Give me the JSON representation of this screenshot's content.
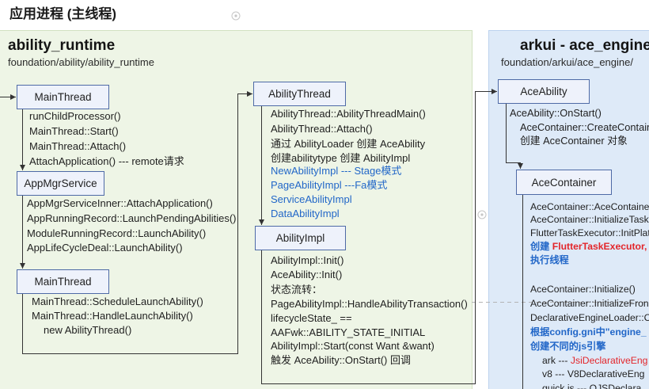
{
  "page": {
    "title": "应用进程 (主线程)"
  },
  "colors": {
    "green_panel": "#eef5e6",
    "blue_panel": "#deeaf8",
    "box_border": "#4e6aa6",
    "box_fill": "#eef2fb",
    "blue_text": "#2267c8",
    "red_text": "#e3262b",
    "wire": "#333333",
    "guide": "#b4b4b4"
  },
  "panels": {
    "ability_runtime": {
      "title": "ability_runtime",
      "path": "foundation/ability/ability_runtime"
    },
    "ace_engine": {
      "title": "arkui - ace_engine",
      "path": "foundation/arkui/ace_engine/"
    }
  },
  "nodes": {
    "main_thread_start": {
      "label": "MainThread",
      "lines": [
        "runChildProcessor()",
        "MainThread::Start()",
        "MainThread::Attach()",
        "AttachApplication() --- remote请求"
      ]
    },
    "app_mgr_service": {
      "label": "AppMgrService",
      "lines": [
        "AppMgrServiceInner::AttachApplication()",
        "AppRunningRecord::LaunchPendingAbilities()",
        "ModuleRunningRecord::LaunchAbility()",
        "AppLifeCycleDeal::LaunchAbility()"
      ]
    },
    "main_thread_launch": {
      "label": "MainThread",
      "lines": [
        "MainThread::ScheduleLaunchAbility()",
        "MainThread::HandleLaunchAbility()",
        "new AbilityThread()"
      ]
    },
    "ability_thread": {
      "label": "AbilityThread",
      "lines": [
        "AbilityThread::AbilityThreadMain()",
        "AbilityThread::Attach()",
        "通过 AbilityLoader 创建 AceAbility",
        "创建abilitytype 创建 AbilityImpl"
      ],
      "impl_types": [
        "NewAbilityImpl --- Stage模式",
        "PageAbilityImpl ---Fa模式",
        "ServiceAbilityImpl",
        "DataAbilityImpl"
      ]
    },
    "ability_impl": {
      "label": "AbilityImpl",
      "lines": [
        "AbilityImpl::Init()",
        "AceAbility::Init()",
        "状态流转：",
        "PageAbilityImpl::HandleAbilityTransaction()",
        "lifecycleState_ ==",
        "AAFwk::ABILITY_STATE_INITIAL",
        "AbilityImpl::Start(const Want &want)",
        "触发 AceAbility::OnStart() 回调"
      ]
    },
    "ace_ability": {
      "label": "AceAbility",
      "lines": [
        "AceAbility::OnStart()",
        "AceContainer::CreateContain",
        "创建 AceContainer 对象"
      ]
    },
    "ace_container": {
      "label": "AceContainer",
      "lines": [
        "AceContainer::AceContainer",
        "AceContainer::InitializeTask(",
        "FlutterTaskExecutor::InitPlatf",
        {
          "prefix": "创建 ",
          "highlight": "FlutterTaskExecutor,"
        },
        "执行线程",
        "AceContainer::Initialize()",
        "AceContainer::InitializeFron",
        "DeclarativeEngineLoader::C",
        "根据config.gni中\"engine_",
        "创建不同的js引擎",
        {
          "prefix": "ark --- ",
          "highlight": "JsiDeclarativeEng"
        },
        "v8 --- V8DeclarativeEng",
        "quick js --- QJSDeclara"
      ]
    }
  }
}
